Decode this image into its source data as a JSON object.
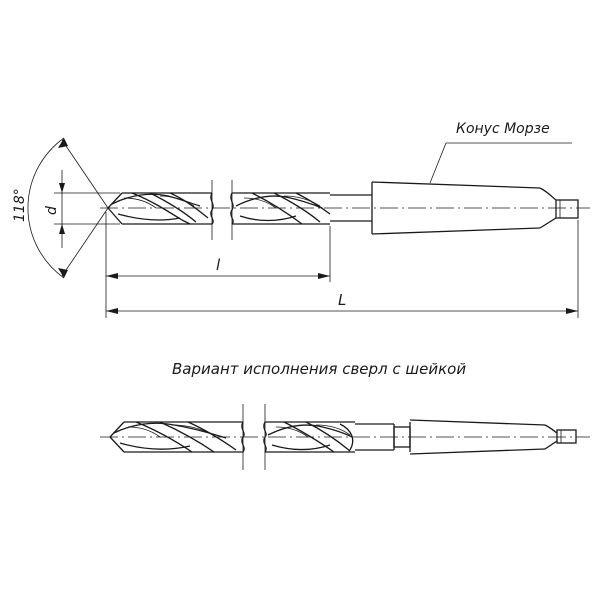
{
  "labels": {
    "morse_taper": "Конус Морзе",
    "point_angle": "118°",
    "diameter": "d",
    "flute_length": "l",
    "total_length": "L",
    "variant_caption": "Вариант исполнения сверл с шейкой"
  }
}
